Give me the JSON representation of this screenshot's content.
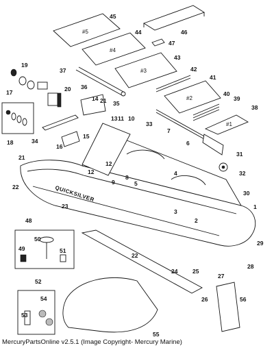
{
  "caption": "MercuryPartsOnline v2.5.1 (Image Copyright- Mercury Marine)",
  "brand_text": "QUICKSILVER",
  "floor_panels": [
    "#5",
    "#4",
    "#3",
    "#2",
    "#1"
  ],
  "callouts": [
    "1",
    "2",
    "3",
    "4",
    "5",
    "6",
    "7",
    "8",
    "9",
    "10",
    "11",
    "12",
    "12",
    "13",
    "14",
    "15",
    "16",
    "17",
    "18",
    "19",
    "20",
    "21",
    "21",
    "22",
    "22",
    "23",
    "24",
    "25",
    "26",
    "27",
    "28",
    "29",
    "30",
    "31",
    "32",
    "33",
    "34",
    "35",
    "36",
    "37",
    "38",
    "39",
    "40",
    "41",
    "42",
    "43",
    "44",
    "45",
    "46",
    "47",
    "48",
    "49",
    "50",
    "51",
    "52",
    "53",
    "54",
    "55",
    "56"
  ]
}
